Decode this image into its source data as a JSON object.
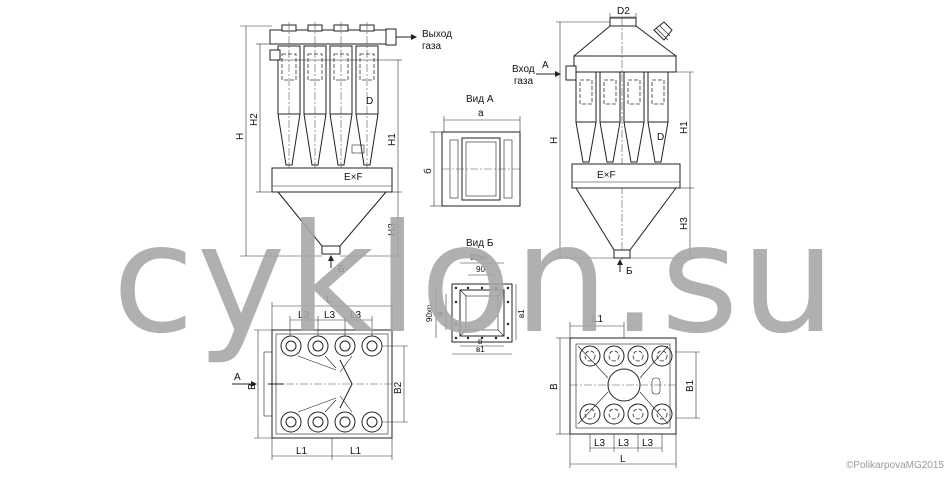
{
  "labels": {
    "gas_out": [
      "Выход",
      "газа"
    ],
    "gas_in": [
      "Вход",
      "газа"
    ],
    "view_a": "Вид А",
    "view_b": "Вид Б",
    "arrow_a": "А",
    "arrow_b": "Б",
    "exf": "E×F",
    "D": "D",
    "D2": "D2",
    "H": "H",
    "H1": "H1",
    "H2": "H2",
    "H3": "H3",
    "L": "L",
    "L1": "L1",
    "L3": "L3",
    "B": "B",
    "B1": "B1",
    "B2": "B2",
    "a": "a",
    "b": "б",
    "v": "в",
    "v1": "в1",
    "d90": "90",
    "d90n": "90хn"
  },
  "watermark": "cyklon.su",
  "copyright": "©PolikarpovaMG2015"
}
